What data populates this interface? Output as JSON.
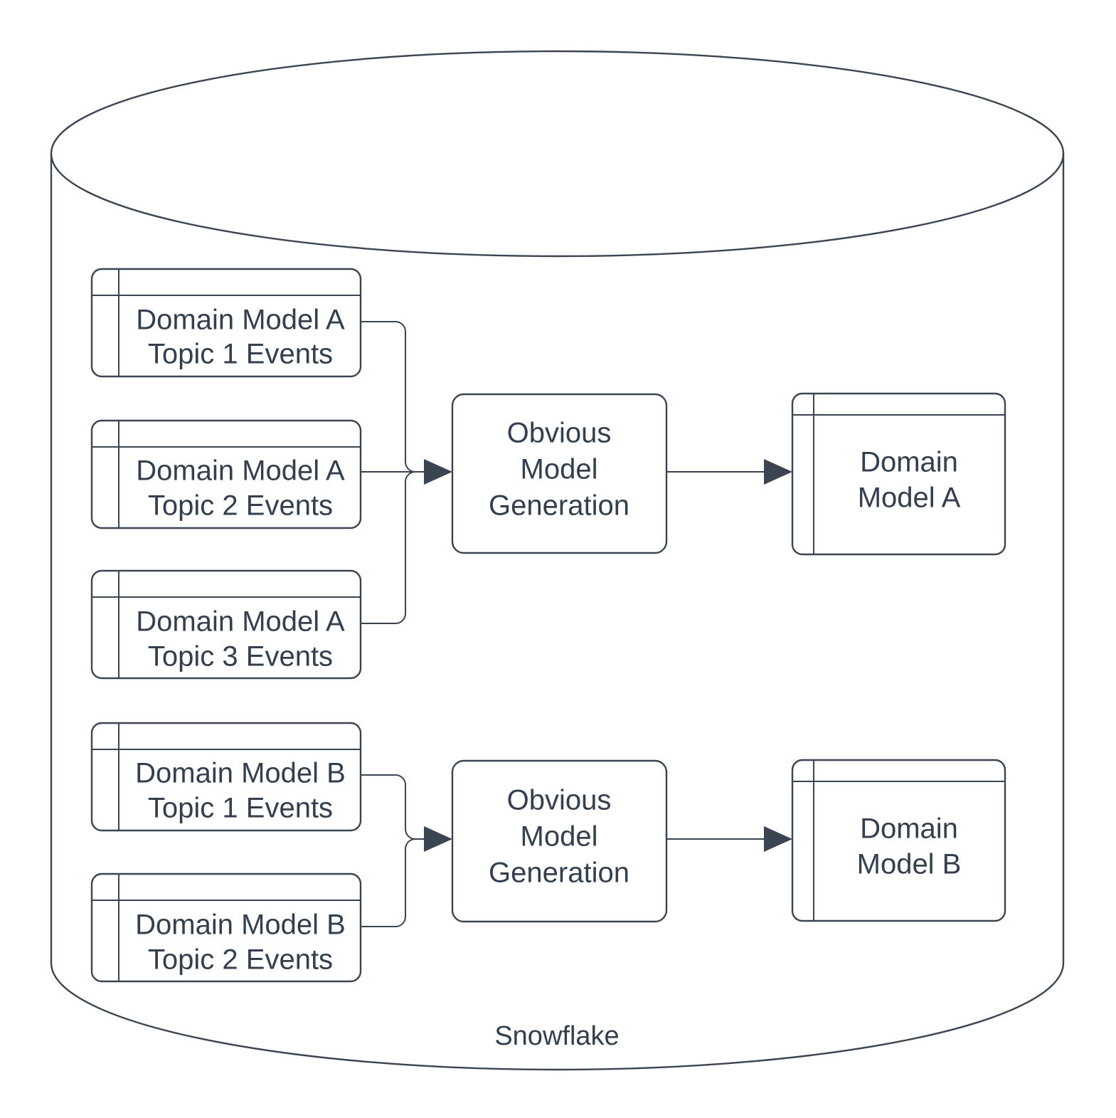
{
  "diagram": {
    "type": "flowchart",
    "container": {
      "name": "Snowflake",
      "shape": "cylinder",
      "label": "Snowflake"
    },
    "colors": {
      "stroke": "#3b4451",
      "text": "#333f4d",
      "background": "#ffffff"
    },
    "groups": [
      {
        "id": "group-a",
        "sources": [
          {
            "id": "a-topic-1",
            "line1": "Domain Model A",
            "line2": "Topic 1 Events",
            "shape": "table"
          },
          {
            "id": "a-topic-2",
            "line1": "Domain Model A",
            "line2": "Topic 2 Events",
            "shape": "table"
          },
          {
            "id": "a-topic-3",
            "line1": "Domain Model A",
            "line2": "Topic 3 Events",
            "shape": "table"
          }
        ],
        "process": {
          "id": "process-a",
          "line1": "Obvious",
          "line2": "Model",
          "line3": "Generation",
          "shape": "rounded-rect"
        },
        "target": {
          "id": "model-a",
          "line1": "Domain",
          "line2": "Model A",
          "shape": "table"
        }
      },
      {
        "id": "group-b",
        "sources": [
          {
            "id": "b-topic-1",
            "line1": "Domain Model B",
            "line2": "Topic 1 Events",
            "shape": "table"
          },
          {
            "id": "b-topic-2",
            "line1": "Domain Model B",
            "line2": "Topic 2 Events",
            "shape": "table"
          }
        ],
        "process": {
          "id": "process-b",
          "line1": "Obvious",
          "line2": "Model",
          "line3": "Generation",
          "shape": "rounded-rect"
        },
        "target": {
          "id": "model-b",
          "line1": "Domain",
          "line2": "Model B",
          "shape": "table"
        }
      }
    ]
  }
}
